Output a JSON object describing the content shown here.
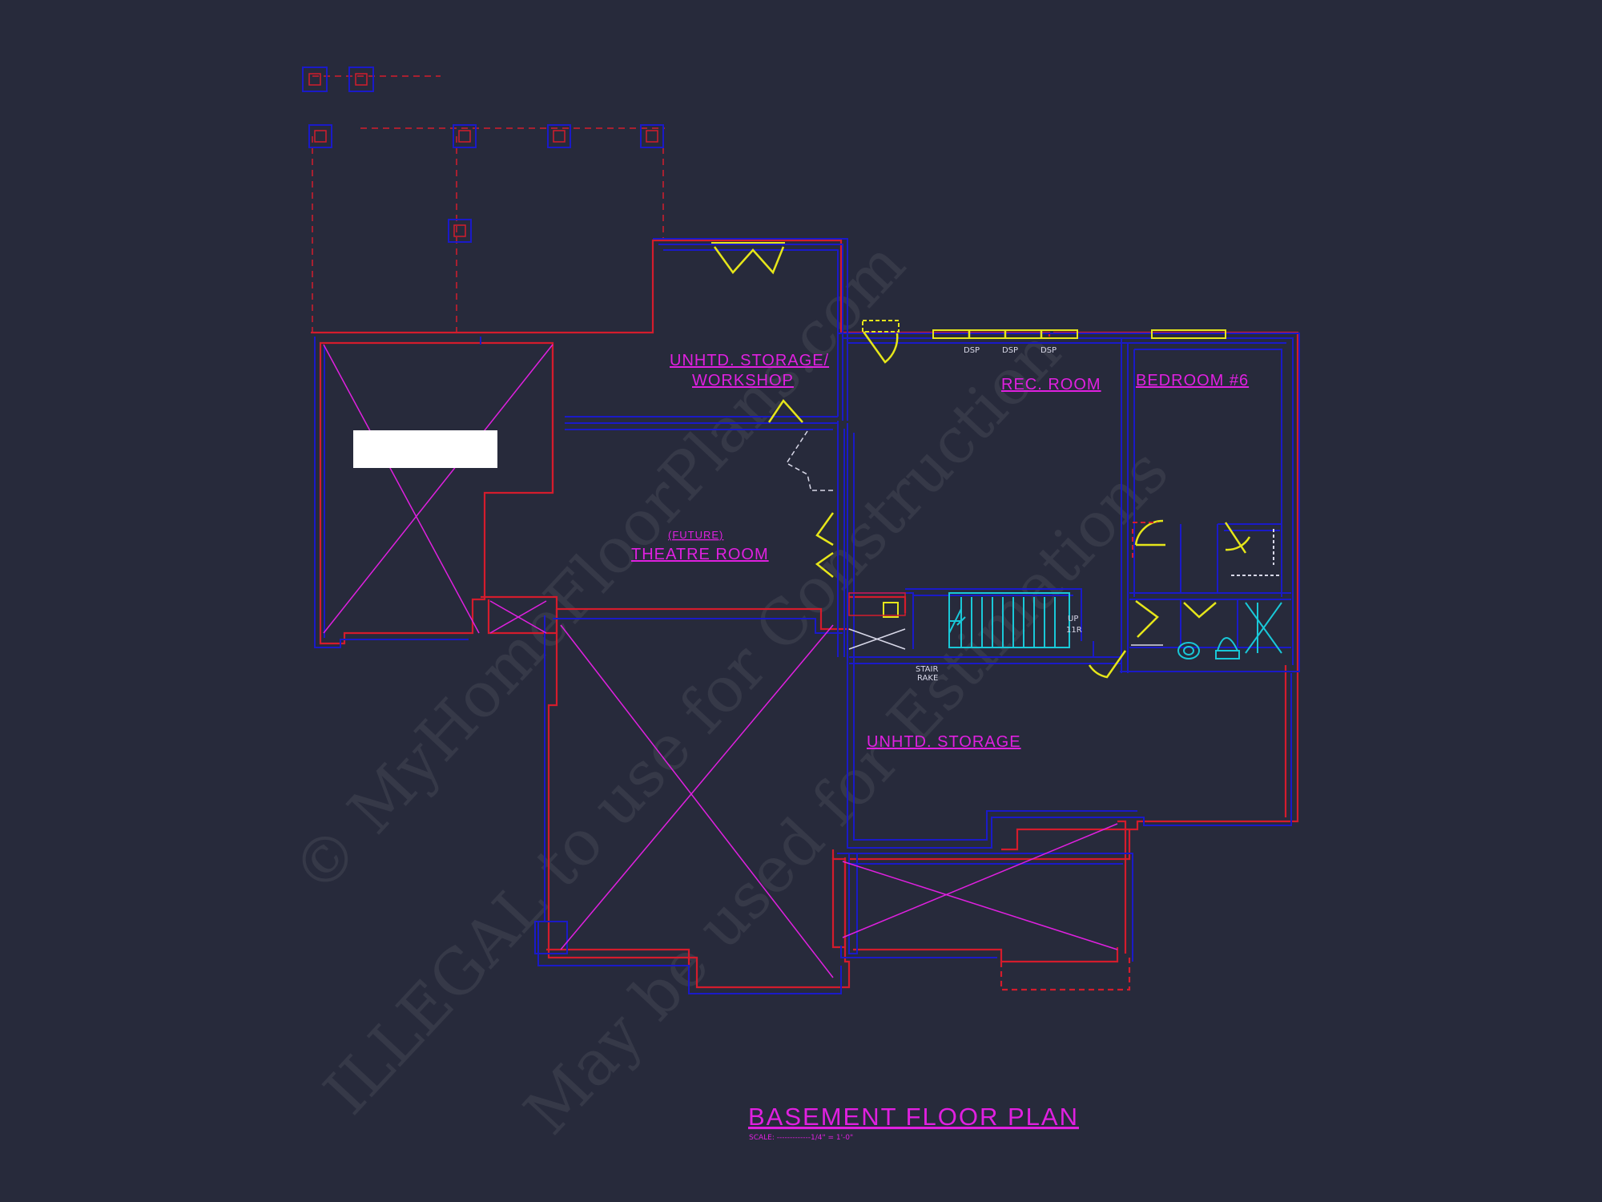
{
  "drawing": {
    "title": "BASEMENT FLOOR PLAN",
    "scale_label": "SCALE: -------------1/4\" = 1'-0\""
  },
  "rooms": {
    "storage_workshop_line1": "UNHTD. STORAGE/",
    "storage_workshop_line2": "WORKSHOP",
    "rec_room": "REC. ROOM",
    "bedroom": "BEDROOM #6",
    "theatre_future": "(FUTURE)",
    "theatre": "THEATRE ROOM",
    "unheated_storage": "UNHTD. STORAGE"
  },
  "annotations": {
    "dsp_1": "DSP",
    "dsp_2": "DSP",
    "dsp_3": "DSP",
    "stair_up": "UP",
    "stair_risers": "11R",
    "stair_rake_1": "STAIR",
    "stair_rake_2": "RAKE"
  },
  "watermark": {
    "line1": "© MyHomeFloorPlans.com",
    "line2": "ILLEGAL to use for Construction",
    "line3": "May be used for Estimations"
  },
  "colors": {
    "background": "#272a3b",
    "foundation_wall": "#d41c2c",
    "wall": "#1a1ac8",
    "label": "#e020e0",
    "door": "#e6e61a",
    "fixture": "#19c8d8"
  }
}
